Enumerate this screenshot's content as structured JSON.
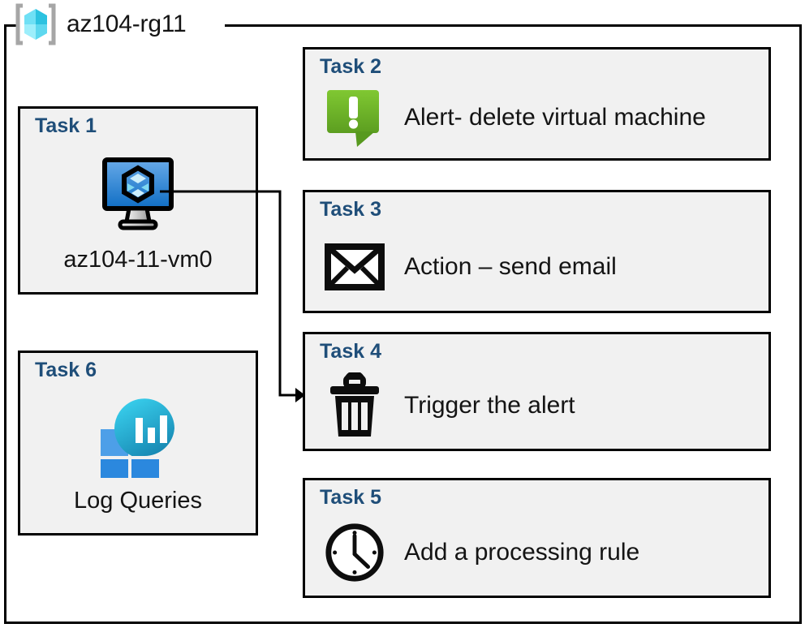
{
  "diagram": {
    "resource_group": {
      "name": "az104-rg11",
      "icon": "resource-group-icon"
    },
    "frame_color": "#000000",
    "card_background": "#f1f1f1",
    "title_color": "#1f4e79",
    "tasks": [
      {
        "id": "task1",
        "title": "Task 1",
        "label": "az104-11-vm0",
        "icon": "virtual-machine-icon",
        "layout": "vertical"
      },
      {
        "id": "task2",
        "title": "Task 2",
        "label": "Alert- delete virtual machine",
        "icon": "alert-bubble-icon",
        "icon_color": "#6aaf2b",
        "layout": "horizontal"
      },
      {
        "id": "task3",
        "title": "Task 3",
        "label": "Action – send email",
        "icon": "envelope-icon",
        "icon_color": "#0d0d0d",
        "layout": "horizontal"
      },
      {
        "id": "task4",
        "title": "Task 4",
        "label": "Trigger the alert",
        "icon": "trash-can-icon",
        "icon_color": "#0d0d0d",
        "layout": "horizontal"
      },
      {
        "id": "task5",
        "title": "Task 5",
        "label": "Add a processing rule",
        "icon": "clock-icon",
        "icon_color": "#0d0d0d",
        "layout": "horizontal"
      },
      {
        "id": "task6",
        "title": "Task 6",
        "label": "Log Queries",
        "icon": "log-analytics-icon",
        "layout": "vertical"
      }
    ],
    "connectors": [
      {
        "from": "task1",
        "to": "task4",
        "style": "elbow-arrow",
        "color": "#000000"
      }
    ]
  }
}
